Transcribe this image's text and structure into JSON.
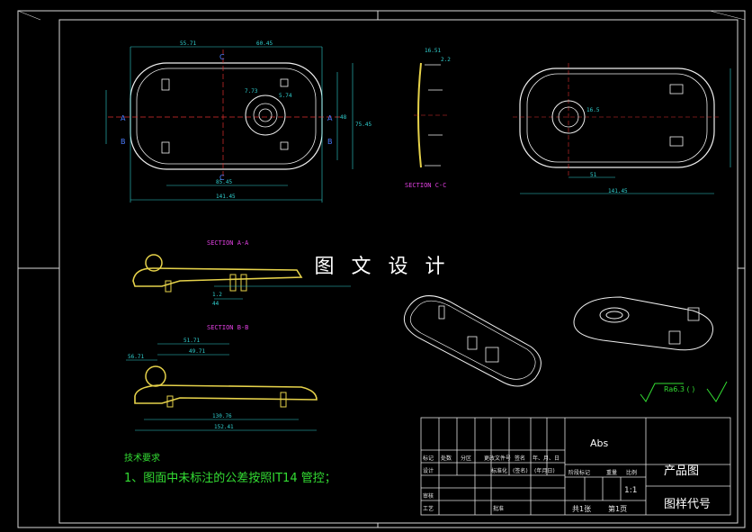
{
  "banner": "图 文 设 计",
  "sections": {
    "c": "SECTION C-C",
    "a": "SECTION A-A",
    "b": "SECTION B-B"
  },
  "roughness": "Ra6.3 (  )",
  "technical_requirements": {
    "heading": "技术要求",
    "item1": "1、图面中未标注的公差按照IT14 管控；"
  },
  "title_block": {
    "material": "Abs",
    "part_name": "产品图",
    "drawing_no": "图样代号",
    "scale": "1:1",
    "sheets_total": "共1张",
    "sheet_no": "第1页",
    "row_labels": [
      "标记",
      "处数",
      "分区",
      "更改文件号",
      "签名",
      "年、月、日"
    ],
    "design_row": [
      "设计",
      "标准化",
      "(签名)",
      "(年月日)"
    ],
    "check": "审核",
    "process": "工艺",
    "approve": "批准",
    "stage_labels": [
      "阶段标记",
      "重量",
      "比例"
    ]
  },
  "dims": {
    "top_width": "141.45",
    "top_half_left": "55.71",
    "top_half_right": "60.45",
    "mid_dim": "85.45",
    "offset1": "7.73",
    "offset2": "5.74",
    "height": "75.45",
    "h2": "48",
    "cc_w": "16.51",
    "cc_h": "2.2",
    "right_w": "141.45",
    "right_d1": "51",
    "right_d2": "16.5",
    "bb_total": "152.41",
    "bb_inner": "130.76",
    "bb_a": "51.71",
    "bb_b": "49.71",
    "bb_c": "56.71",
    "aa_h": "1.2",
    "aa_w": "44"
  },
  "views": {
    "label_a": "A",
    "label_b": "B",
    "label_c": "C"
  }
}
